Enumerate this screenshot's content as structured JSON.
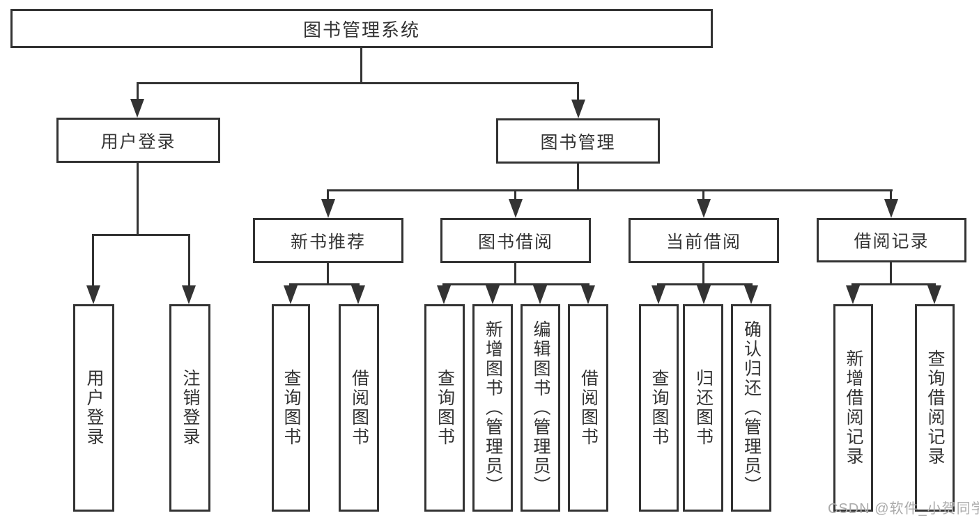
{
  "diagram": {
    "root": {
      "label": "图书管理系统"
    },
    "level2": [
      {
        "label": "用户登录"
      },
      {
        "label": "图书管理"
      }
    ],
    "level3": [
      {
        "label": "新书推荐"
      },
      {
        "label": "图书借阅"
      },
      {
        "label": "当前借阅"
      },
      {
        "label": "借阅记录"
      }
    ],
    "leaves": {
      "user_login": [
        "用户登录",
        "注销登录"
      ],
      "new_book": [
        "查询图书",
        "借阅图书"
      ],
      "book_borrow": [
        "查询图书",
        "新增图书（管理员）",
        "编辑图书（管理员）",
        "借阅图书"
      ],
      "current_borrow": [
        "查询图书",
        "归还图书",
        "确认归还（管理员）"
      ],
      "borrow_record": [
        "新增借阅记录",
        "查询借阅记录"
      ]
    }
  },
  "watermark": "CSDN @软件_小贺同学",
  "colors": {
    "line": "#333333",
    "text": "#333333",
    "watermark": "#ababab",
    "background": "#ffffff"
  }
}
